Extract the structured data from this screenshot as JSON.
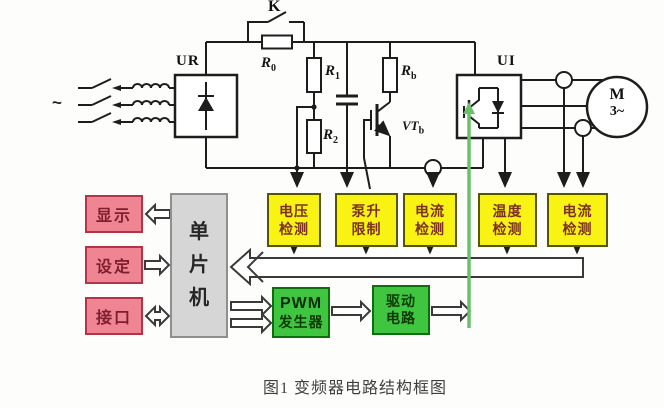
{
  "caption": "图1 变频器电路结构框图",
  "source": {
    "ac_symbol": "~"
  },
  "circuit_labels": {
    "k_switch": "K",
    "rectifier": "UR",
    "inverter": "UI",
    "r0": {
      "base": "R",
      "sub": "0"
    },
    "r1": {
      "base": "R",
      "sub": "1"
    },
    "r2": {
      "base": "R",
      "sub": "2"
    },
    "rb": {
      "base": "R",
      "sub": "b"
    },
    "vtb": {
      "base": "VT",
      "sub": "b"
    },
    "motor": {
      "letter": "M",
      "phase": "3~"
    }
  },
  "control_blocks": {
    "display": "显示",
    "setting": "设定",
    "interface": "接口",
    "mcu": "单片机",
    "pwm": {
      "line1": "PWM",
      "line2": "发生器"
    },
    "drive": {
      "line1": "驱动",
      "line2": "电路"
    }
  },
  "detect_blocks": {
    "voltage": {
      "line1": "电压",
      "line2": "检测"
    },
    "pump_limit": {
      "line1": "泵升",
      "line2": "限制"
    },
    "current_dc": {
      "line1": "电流",
      "line2": "检测"
    },
    "temperature": {
      "line1": "温度",
      "line2": "检测"
    },
    "current_ac": {
      "line1": "电流",
      "line2": "检测"
    }
  },
  "colors": {
    "pink_fill": "#ef8492",
    "pink_border": "#b23449",
    "pink_text": "#7e1f30",
    "yellow_fill": "#f8f312",
    "yellow_border": "#565600",
    "yellow_text": "#7c3022",
    "green_fill": "#3fc53f",
    "green_border": "#0e6e0e",
    "green_text": "#0d3a00",
    "gray_fill": "#d6d6d6",
    "gray_border": "#8f8f8f",
    "wire": "#1d1d1d",
    "green_wire": "#6cc06c"
  }
}
